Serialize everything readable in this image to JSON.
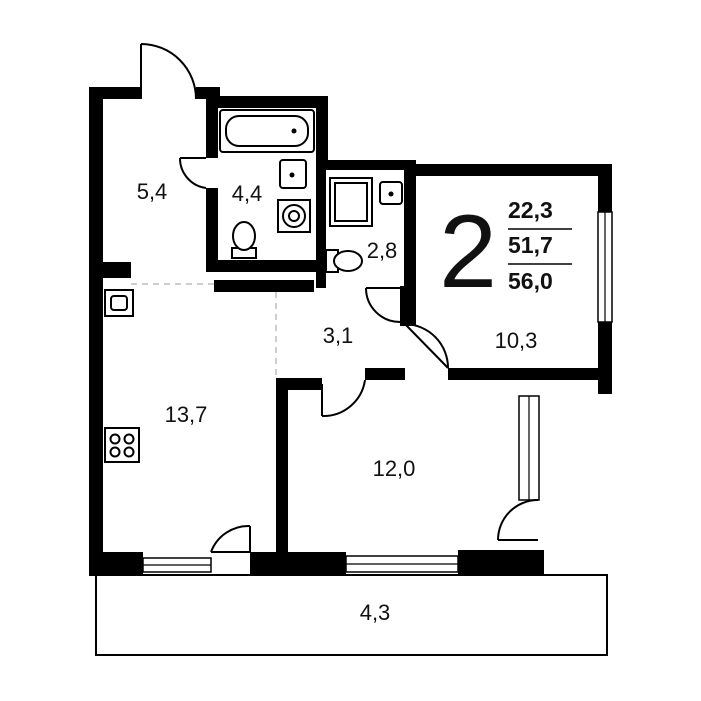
{
  "plan": {
    "rooms_count": "2",
    "areas": {
      "living": "22,3",
      "net": "51,7",
      "total": "56,0"
    },
    "rooms": {
      "hall": "5,4",
      "bathroom": "4,4",
      "wc": "2,8",
      "corridor": "3,1",
      "kitchen_living": "13,7",
      "bedroom_small": "10,3",
      "bedroom": "12,0",
      "balcony": "4,3"
    }
  }
}
